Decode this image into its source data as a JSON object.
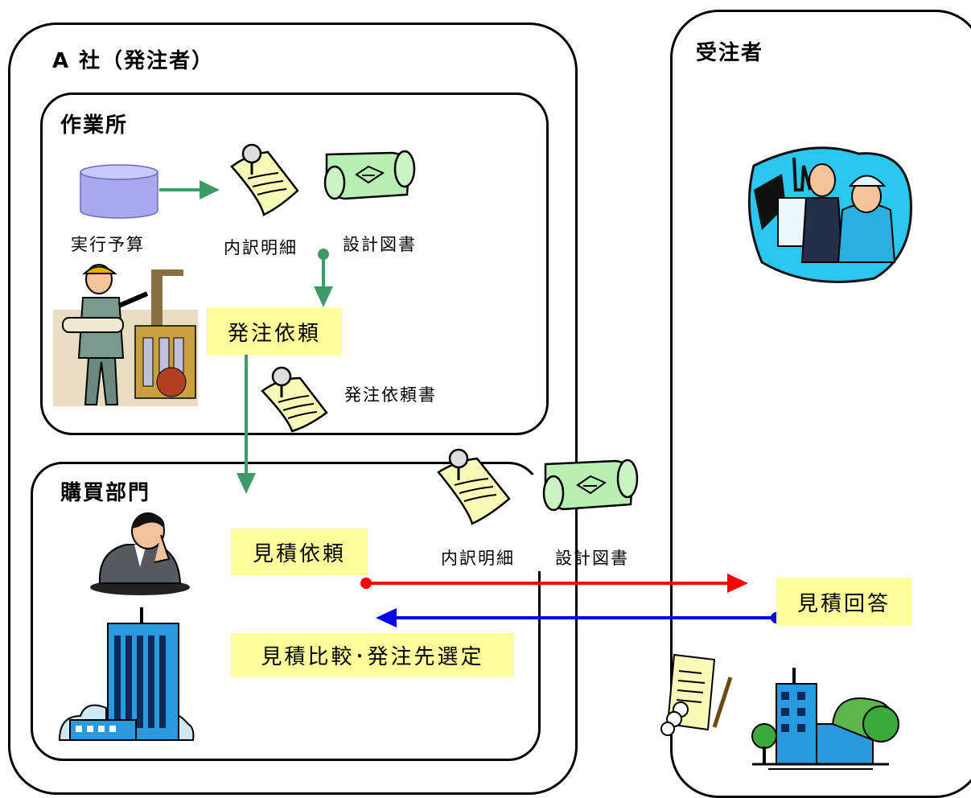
{
  "company": {
    "title": "A 社（発注者）"
  },
  "site": {
    "title": "作業所",
    "budget_label": "実行予算",
    "breakdown_label": "内訳明細",
    "drawings_label": "設計図書",
    "request_note": "発注依頼",
    "request_doc_label": "発注依頼書"
  },
  "purchasing": {
    "title": "購買部門",
    "estimate_request_note": "見積依頼",
    "comparison_note": "見積比較･発注先選定",
    "breakdown_label": "内訳明細",
    "drawings_label": "設計図書"
  },
  "contractor": {
    "title": "受注者",
    "estimate_answer_note": "見積回答"
  },
  "colors": {
    "flow_green": "#3e9a66",
    "request_red": "#ff0000",
    "answer_blue": "#0000ee",
    "note_yellow": "#fefe9c",
    "db_purple": "#a8a8f0"
  },
  "icons": [
    "database-icon",
    "memo-pin-icon",
    "blueprint-scroll-icon",
    "engineer-clipart-icon",
    "worried-businessman-icon",
    "office-tower-icon",
    "workers-meeting-icon",
    "contract-document-icon",
    "factory-building-icon"
  ]
}
